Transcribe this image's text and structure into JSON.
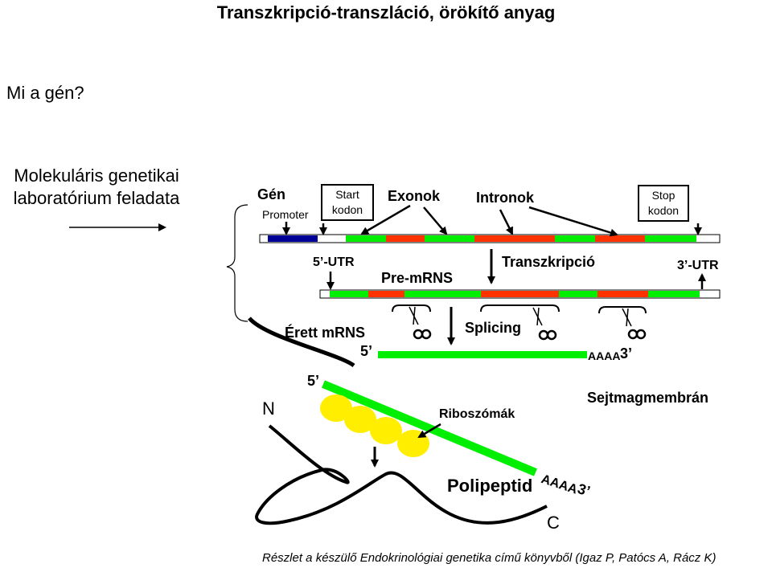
{
  "title": "Transzkripció-transzláció, örökítő anyag",
  "question": "Mi a gén?",
  "intro": {
    "line1": "Molekuláris genetikai",
    "line2": "laboratórium feladata"
  },
  "gene_labels": {
    "gen": "Gén",
    "promoter": "Promoter",
    "start_line1": "Start",
    "start_line2": "kodon",
    "exonok": "Exonok",
    "intronok": "Intronok",
    "stop_line1": "Stop",
    "stop_line2": "kodon"
  },
  "premrna_labels": {
    "utr5": "5’-UTR",
    "premrns": "Pre-mRNS",
    "transzkripcio": "Transzkripció",
    "utr3": "3’-UTR"
  },
  "mature_labels": {
    "erett": "Érett mRNS",
    "five_prime": "5’",
    "splicing": "Splicing",
    "polya": "AAAA",
    "three_prime": "3’"
  },
  "translation_labels": {
    "n": "N",
    "five_prime": "5’",
    "sejtmagmembran": "Sejtmagmembrán",
    "riboszomak": "Riboszómák",
    "polipeptid": "Polipeptid",
    "polya": "AAAA",
    "three_prime": "3’",
    "c": "C"
  },
  "caption": "Részlet a készülő Endokrinológiai genetika című könyvből (Igaz P, Patócs A, Rácz K)",
  "colors": {
    "exon": "#00ee00",
    "intron": "#ff3300",
    "promoter": "#000099",
    "ribosome": "#ffee00"
  }
}
